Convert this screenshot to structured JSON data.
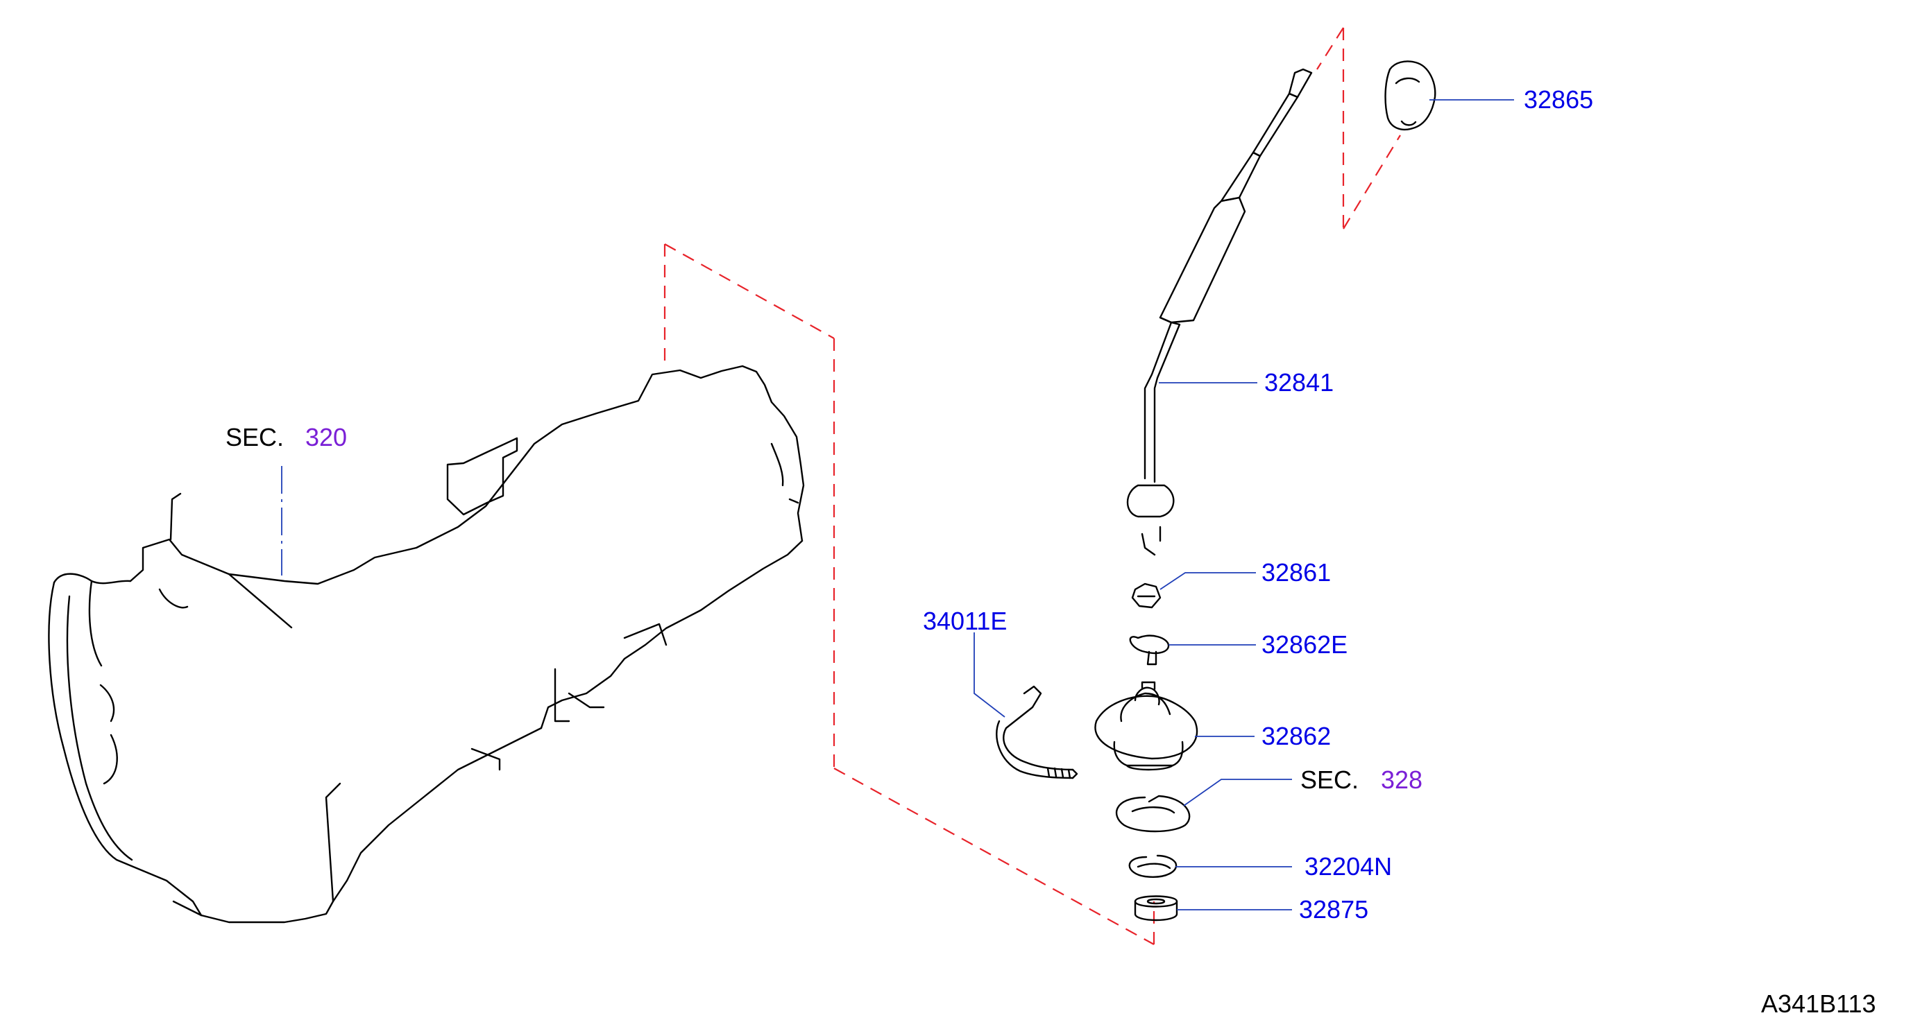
{
  "diagram_id": "A341B113",
  "colors": {
    "callout": "#0000e6",
    "section_ref": "#7a1fd6",
    "leader": "#1f3fb8",
    "dashed_outline": "#e8232a",
    "line_art": "#000000"
  },
  "transmission": {
    "sec_label": "SEC.",
    "sec_number": "320"
  },
  "parts": [
    {
      "name": "knob",
      "number": "32865"
    },
    {
      "name": "control-lever",
      "number": "32841"
    },
    {
      "name": "nut",
      "number": "32861"
    },
    {
      "name": "clip",
      "number": "32862E"
    },
    {
      "name": "boot",
      "number": "32862"
    },
    {
      "name": "snap-ring",
      "sec_label": "SEC.",
      "sec_number": "328"
    },
    {
      "name": "retaining-ring",
      "number": "32204N"
    },
    {
      "name": "bushing",
      "number": "32875"
    },
    {
      "name": "harness-band",
      "number": "34011E"
    }
  ]
}
